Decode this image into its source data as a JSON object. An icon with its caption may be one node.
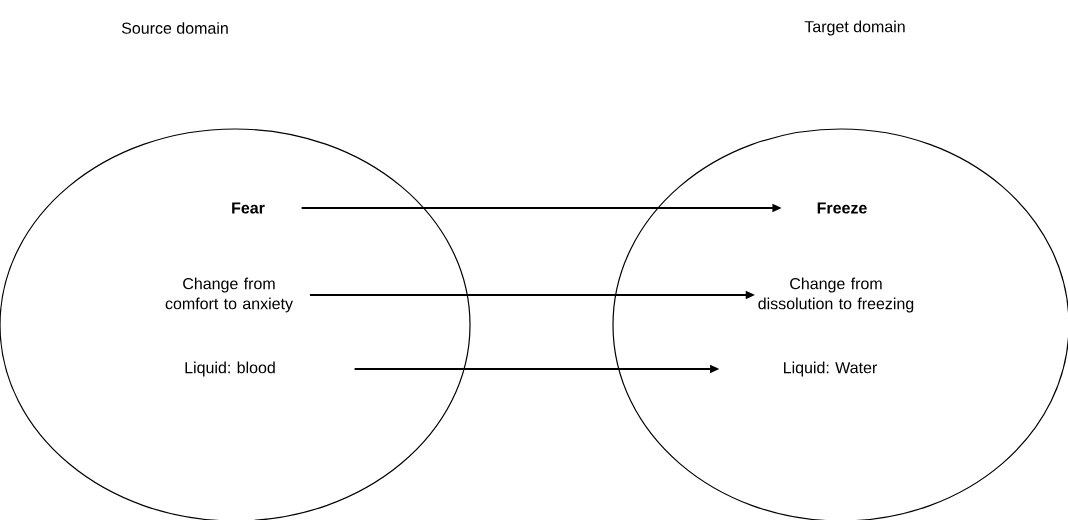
{
  "diagram": {
    "nodes": [
      {
        "text": [],
        "shape": "circle"
      },
      {
        "text": [],
        "shape": "circle"
      },
      {
        "text": [
          "**Fear**"
        ],
        "in": 0
      },
      {
        "text": [
          "**Freeze**"
        ],
        "in": 1
      },
      {
        "text": [
          "Change from comfort to anxiety"
        ],
        "in": 0
      },
      {
        "text": [
          "Change from dissolution to freezing"
        ],
        "in": 1
      },
      {
        "text": [
          "Liquid: blood"
        ],
        "in": 0
      },
      {
        "text": [
          "Liquid: Water"
        ],
        "in": 1
      }
    ],
    "edges": [
      {
        "from": 2,
        "to": 3,
        "arrow": "to"
      },
      {
        "from": 4,
        "to": 5,
        "arrow": "to"
      },
      {
        "from": 6,
        "to": 7,
        "arrow": "to"
      }
    ],
    "labels": [
      "Source domain",
      "Target domain"
    ]
  }
}
